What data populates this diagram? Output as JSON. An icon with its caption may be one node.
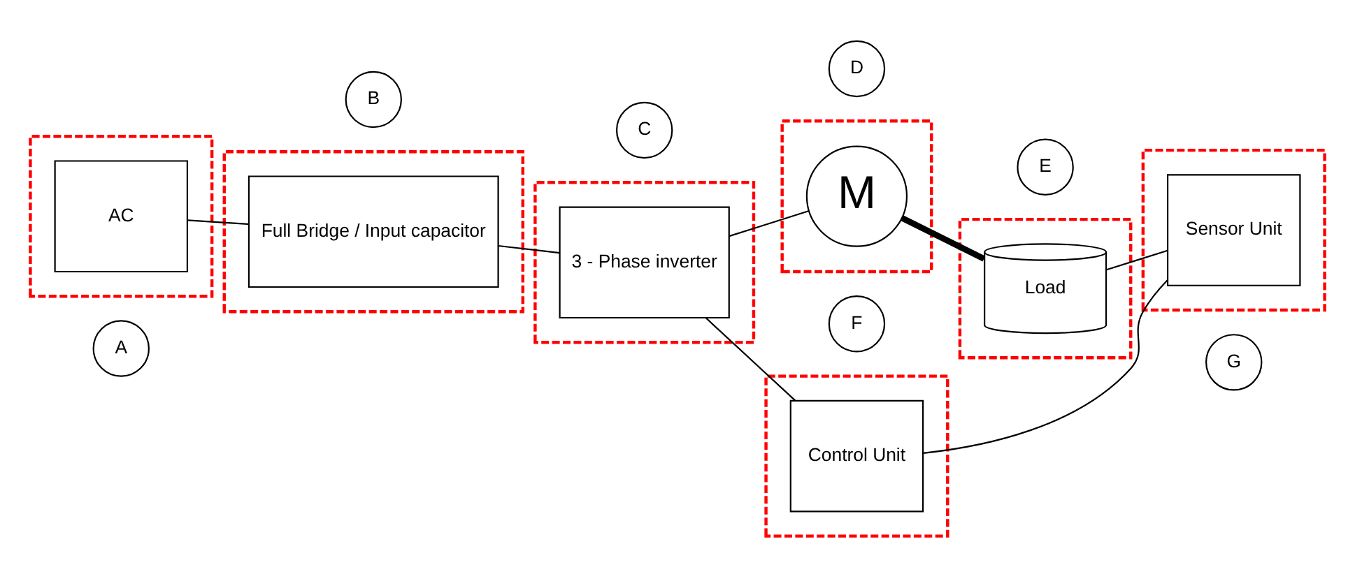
{
  "diagram": {
    "nodes": [
      {
        "text": [
          "A"
        ]
      },
      {
        "text": [
          "B"
        ]
      },
      {
        "text": [
          "C"
        ]
      },
      {
        "text": [
          "D"
        ]
      },
      {
        "text": [
          "E"
        ]
      },
      {
        "text": [],
        "shape": "box"
      },
      {
        "text": [
          "AC"
        ],
        "in": 5
      },
      {
        "text": [],
        "shape": "box"
      },
      {
        "text": [
          "Full Bridge / Input capacitor"
        ],
        "in": 7
      },
      {
        "text": [],
        "shape": "box"
      },
      {
        "text": [
          "3 - Phase inverter"
        ],
        "in": 9
      },
      {
        "text": [],
        "shape": "box"
      },
      {
        "text": [
          "M"
        ],
        "in": 11
      },
      {
        "text": [],
        "shape": "box"
      },
      {
        "text": [
          "Load"
        ],
        "in": 13
      },
      {
        "text": [],
        "shape": "box"
      },
      {
        "text": [
          "Sensor Unit"
        ],
        "in": 15
      },
      {
        "text": [
          "F"
        ]
      },
      {
        "text": [],
        "shape": "box"
      },
      {
        "text": [
          "Control Unit"
        ],
        "in": 18
      },
      {
        "text": [
          "G"
        ]
      }
    ],
    "edges": [
      {
        "from": 6,
        "to": 8,
        "arrow": "none"
      },
      {
        "from": 8,
        "to": 10,
        "arrow": "none"
      },
      {
        "from": 10,
        "to": 12,
        "arrow": "none"
      },
      {
        "from": 12,
        "to": 14,
        "arrow": "none",
        "style": "thick"
      },
      {
        "from": 10,
        "to": 19,
        "arrow": "none"
      },
      {
        "from": 14,
        "to": 16,
        "arrow": "none"
      },
      {
        "from": 19,
        "to": 16,
        "arrow": "none"
      }
    ]
  }
}
